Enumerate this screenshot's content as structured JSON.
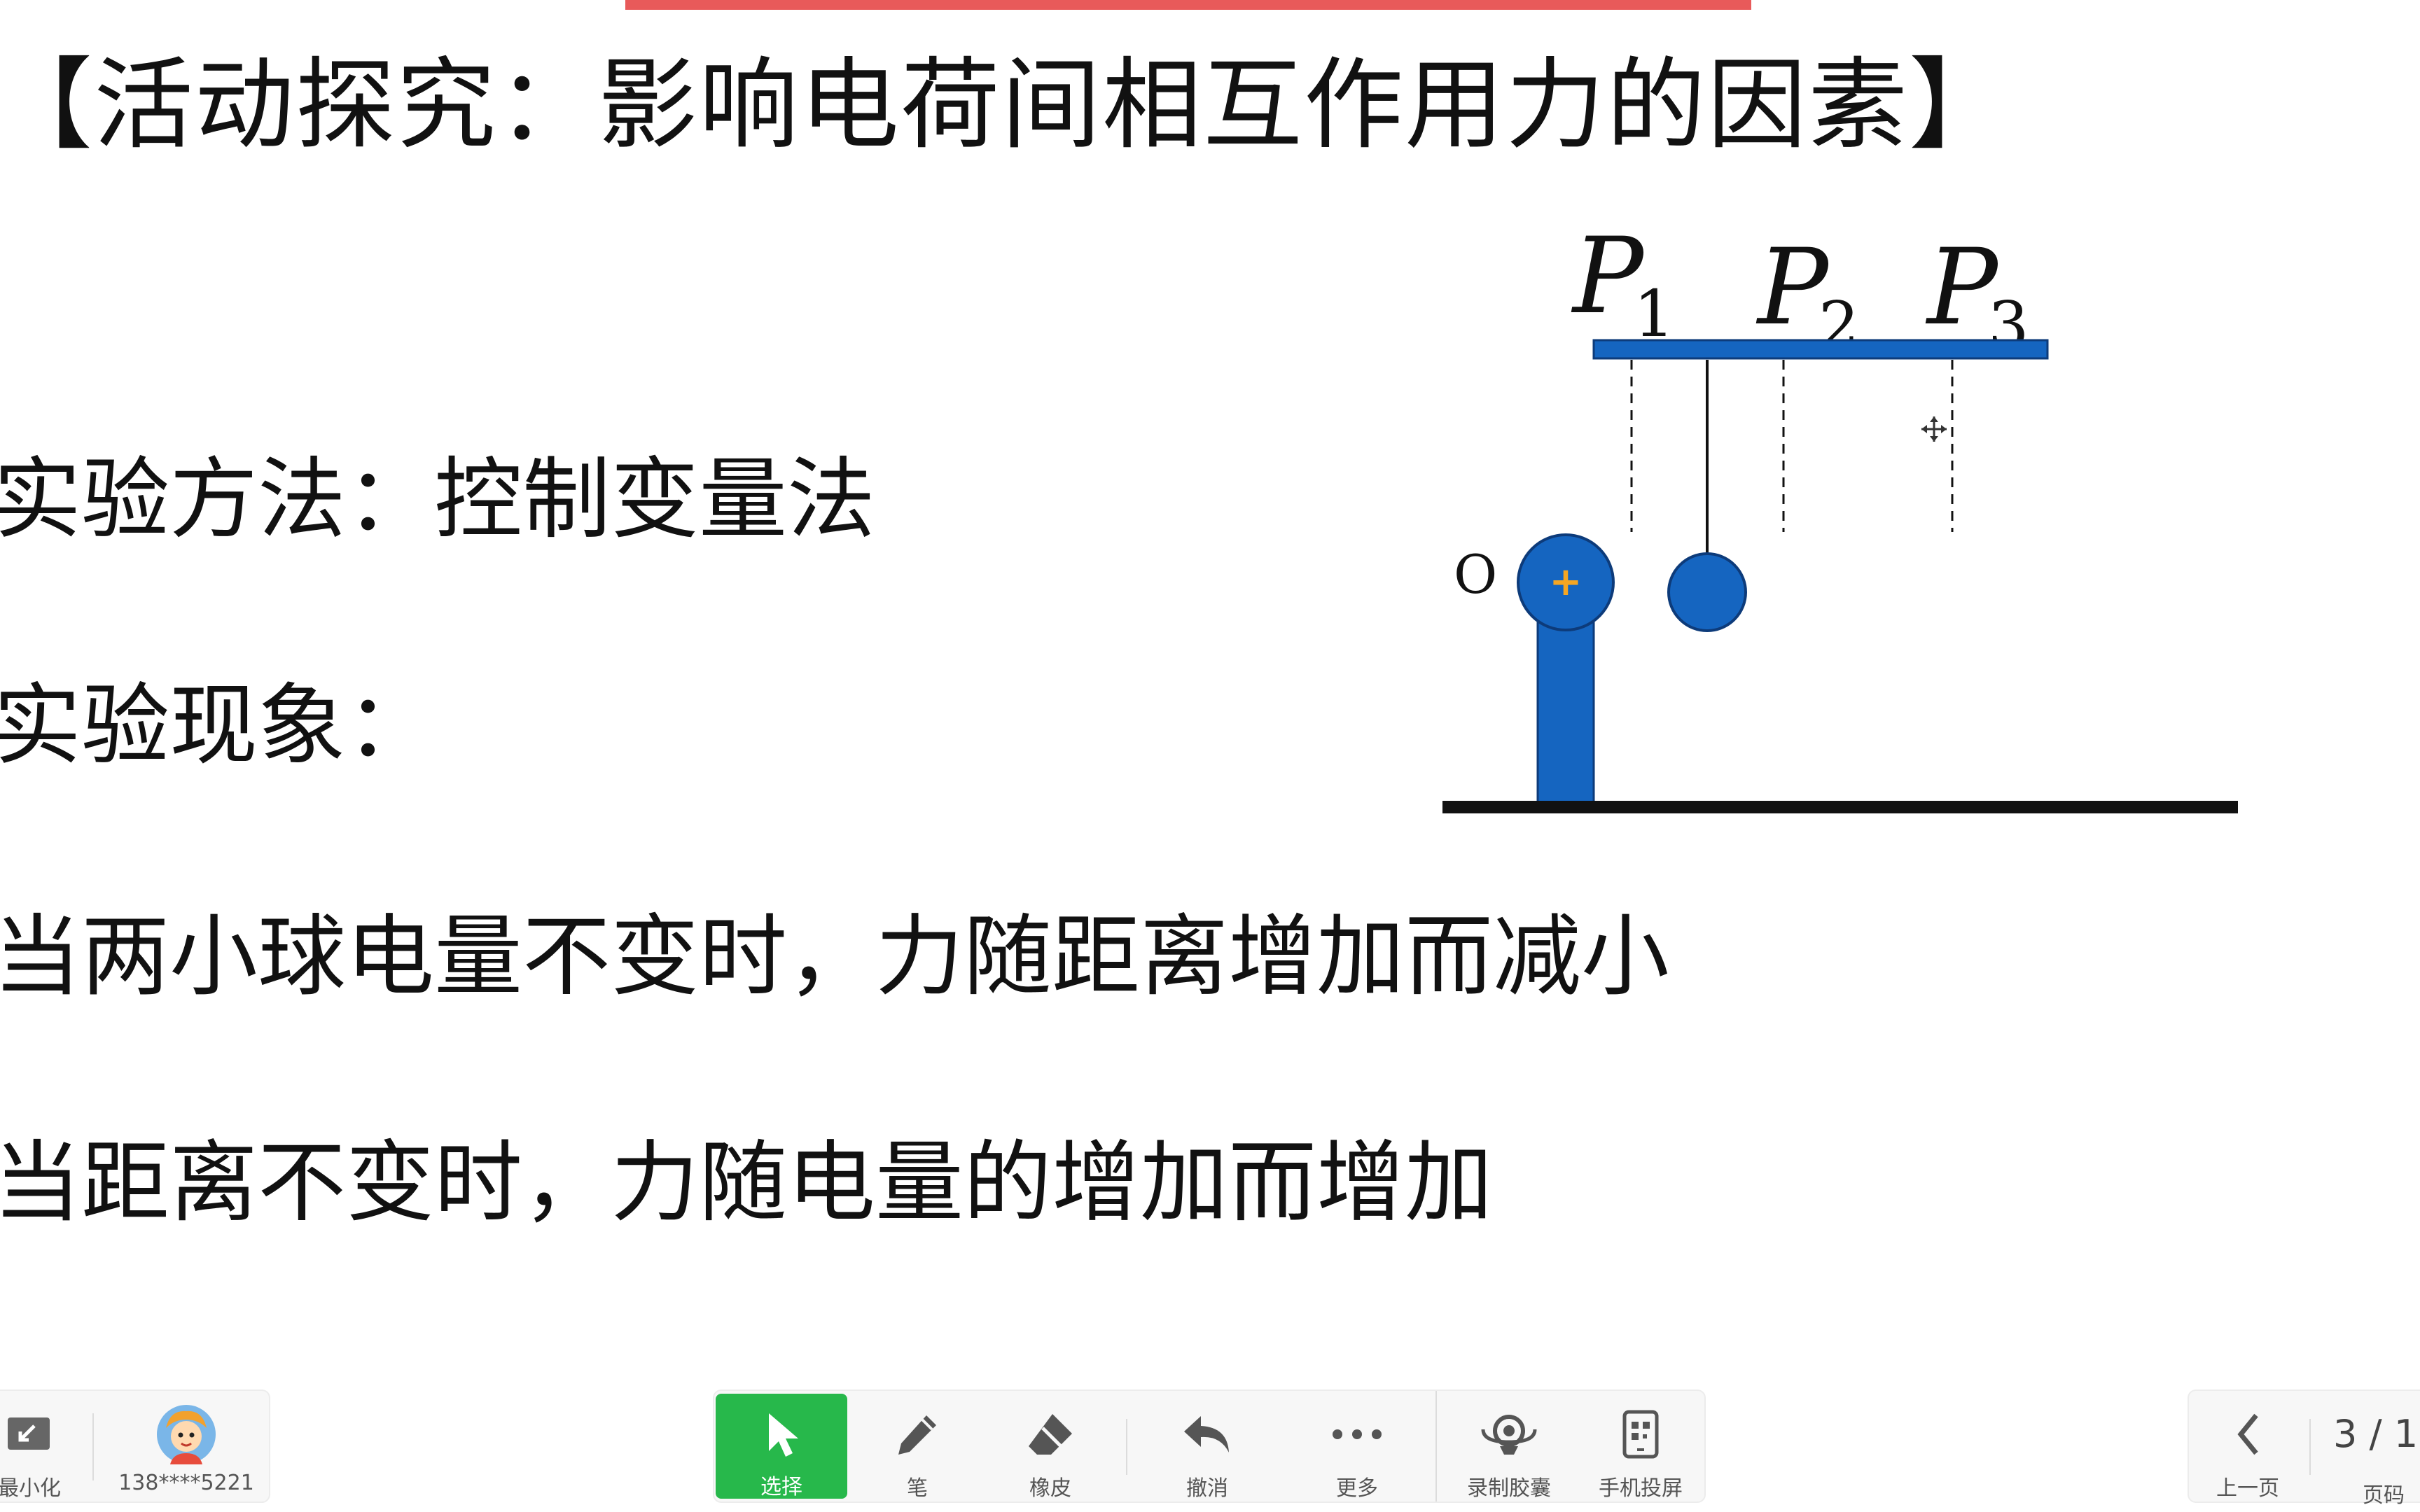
{
  "slide": {
    "title": "【活动探究：影响电荷间相互作用力的因素】",
    "method": "实验方法：控制变量法",
    "phenomenon": "实验现象：",
    "observation_1": "当两小球电量不变时，力随距离增加而减小",
    "observation_2": "当距离不变时，力随电量的增加而增加"
  },
  "diagram": {
    "labels": [
      {
        "letter": "P",
        "sub": "1"
      },
      {
        "letter": "P",
        "sub": "2"
      },
      {
        "letter": "P",
        "sub": "3"
      }
    ],
    "o_label": "O",
    "plus_sign": "+",
    "colors": {
      "body": "#1565c0",
      "outline": "#0d3b7a",
      "plus": "#f5a623",
      "ground": "#111111"
    }
  },
  "progress": {
    "percent": 100,
    "color": "#e85a5a"
  },
  "toolbar": {
    "left": {
      "minimize_label": "最小化",
      "user_name": "138****5221"
    },
    "center": {
      "select_label": "选择",
      "pen_label": "笔",
      "eraser_label": "橡皮",
      "undo_label": "撤消",
      "more_label": "更多",
      "record_label": "录制胶囊",
      "phone_label": "手机投屏"
    },
    "right": {
      "prev_label": "上一页",
      "page_indicator": "3 / 1",
      "page_label": "页码"
    },
    "accent": "#27b84b"
  }
}
